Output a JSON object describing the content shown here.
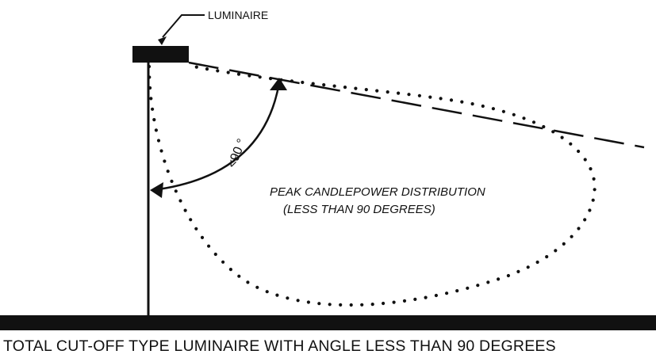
{
  "diagram": {
    "luminaire_label": "LUMINAIRE",
    "angle_label": "<90 °",
    "distribution_label_line1": "PEAK CANDLEPOWER DISTRIBUTION",
    "distribution_label_line2": "(LESS THAN 90 DEGREES)",
    "caption": "TOTAL CUT-OFF TYPE LUMINAIRE WITH ANGLE LESS THAN 90 DEGREES"
  },
  "colors": {
    "ink": "#111111",
    "background": "#ffffff"
  }
}
